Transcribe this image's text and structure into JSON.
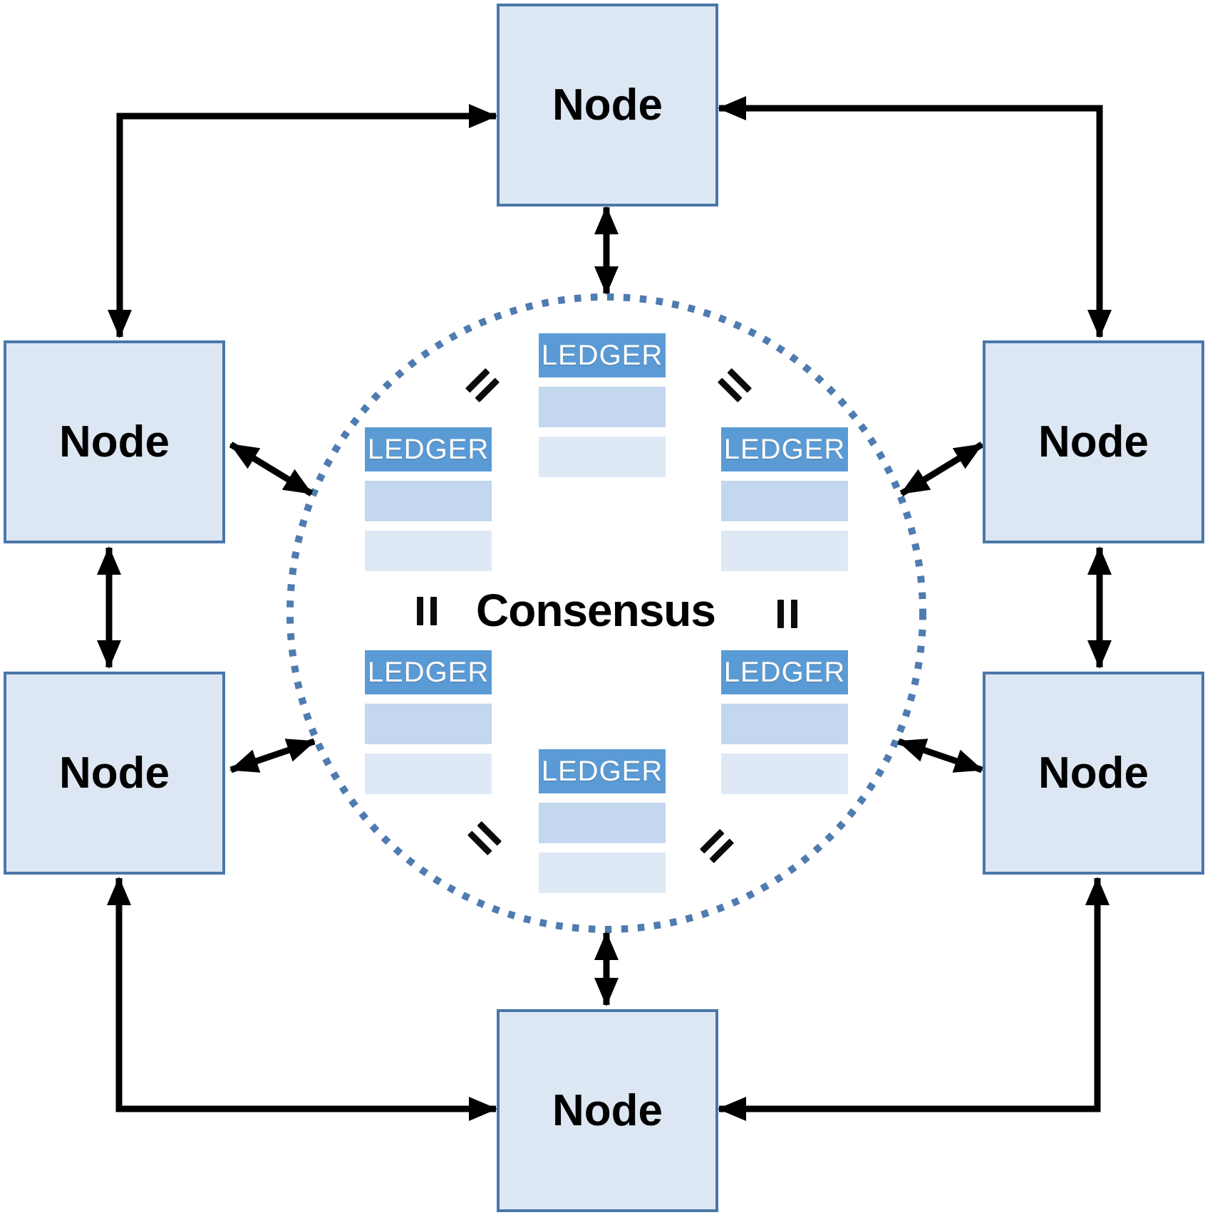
{
  "graph": {
    "consensus_label": "Consensus",
    "nodes": [
      {
        "id": "node-top",
        "label": "Node"
      },
      {
        "id": "node-left-upper",
        "label": "Node"
      },
      {
        "id": "node-left-lower",
        "label": "Node"
      },
      {
        "id": "node-right-upper",
        "label": "Node"
      },
      {
        "id": "node-right-lower",
        "label": "Node"
      },
      {
        "id": "node-bottom",
        "label": "Node"
      }
    ],
    "ledgers": [
      {
        "id": "ledger-top",
        "label": "LEDGER"
      },
      {
        "id": "ledger-upper-left",
        "label": "LEDGER"
      },
      {
        "id": "ledger-upper-right",
        "label": "LEDGER"
      },
      {
        "id": "ledger-lower-left",
        "label": "LEDGER"
      },
      {
        "id": "ledger-lower-right",
        "label": "LEDGER"
      },
      {
        "id": "ledger-bottom",
        "label": "LEDGER"
      }
    ],
    "equals_marks": [
      {
        "between": "ledger-top and ledger-upper-left",
        "orientation": "diagonal-up-right"
      },
      {
        "between": "ledger-top and ledger-upper-right",
        "orientation": "diagonal-down-right"
      },
      {
        "between": "ledger-upper-left and ledger-lower-left",
        "orientation": "vertical"
      },
      {
        "between": "ledger-upper-right and ledger-lower-right",
        "orientation": "vertical"
      },
      {
        "between": "ledger-lower-left and ledger-bottom",
        "orientation": "diagonal-down-right"
      },
      {
        "between": "ledger-lower-right and ledger-bottom",
        "orientation": "diagonal-up-right"
      }
    ],
    "connections": [
      {
        "from": "node-top",
        "to": "node-left-upper",
        "style": "elbow",
        "bidirectional": true
      },
      {
        "from": "node-top",
        "to": "node-right-upper",
        "style": "elbow",
        "bidirectional": true
      },
      {
        "from": "node-bottom",
        "to": "node-left-lower",
        "style": "elbow",
        "bidirectional": true
      },
      {
        "from": "node-bottom",
        "to": "node-right-lower",
        "style": "elbow",
        "bidirectional": true
      },
      {
        "from": "node-left-upper",
        "to": "node-left-lower",
        "style": "straight",
        "bidirectional": true
      },
      {
        "from": "node-right-upper",
        "to": "node-right-lower",
        "style": "straight",
        "bidirectional": true
      },
      {
        "from": "node-top",
        "to": "consensus-circle",
        "style": "straight",
        "bidirectional": true
      },
      {
        "from": "node-bottom",
        "to": "consensus-circle",
        "style": "straight",
        "bidirectional": true
      },
      {
        "from": "node-left-upper",
        "to": "consensus-circle",
        "style": "straight",
        "bidirectional": true
      },
      {
        "from": "node-right-upper",
        "to": "consensus-circle",
        "style": "straight",
        "bidirectional": true
      },
      {
        "from": "node-left-lower",
        "to": "consensus-circle",
        "style": "straight",
        "bidirectional": true
      },
      {
        "from": "node-right-lower",
        "to": "consensus-circle",
        "style": "straight",
        "bidirectional": true
      }
    ],
    "colors": {
      "node_fill": "#dde7f3",
      "node_border": "#4a77a9",
      "ledger_header": "#5b9bd5",
      "ledger_row_medium": "#c3d8ee",
      "ledger_row_light": "#dfe9f6",
      "circle_dotted": "#4f7cb0",
      "arrow": "#000000",
      "text": "#000000"
    }
  }
}
